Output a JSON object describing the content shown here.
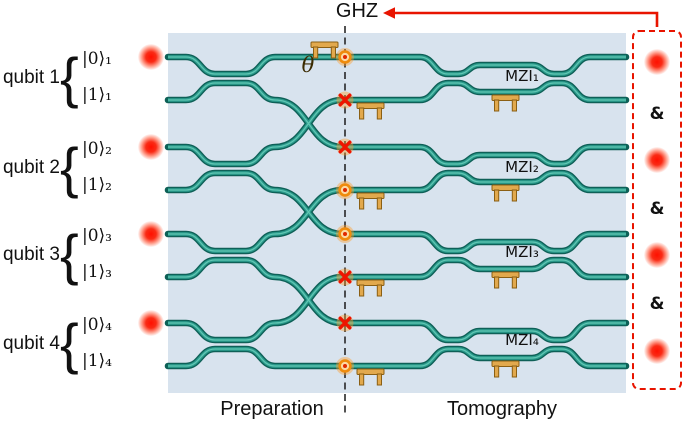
{
  "figure": {
    "ghz_label": "GHZ",
    "theta_label": "θ",
    "preparation_label": "Preparation",
    "tomography_label": "Tomography",
    "brace_symbol": "{",
    "and_symbol": "&"
  },
  "qubits": [
    {
      "name": "qubit 1",
      "ket0": "|0⟩₁",
      "ket1": "|1⟩₁"
    },
    {
      "name": "qubit 2",
      "ket0": "|0⟩₂",
      "ket1": "|1⟩₂"
    },
    {
      "name": "qubit 3",
      "ket0": "|0⟩₃",
      "ket1": "|1⟩₃"
    },
    {
      "name": "qubit 4",
      "ket0": "|0⟩₄",
      "ket1": "|1⟩₄"
    }
  ],
  "mzi_labels": [
    "MZI₁",
    "MZI₂",
    "MZI₃",
    "MZI₄"
  ],
  "colors": {
    "chip_background": "#d8e3ee",
    "waveguide_teal": "#2a9a8b",
    "heater_orange": "#e2a94d",
    "marker_red": "#ee1500",
    "photon_red": "#ff2012",
    "arrow_red": "#e81400"
  }
}
